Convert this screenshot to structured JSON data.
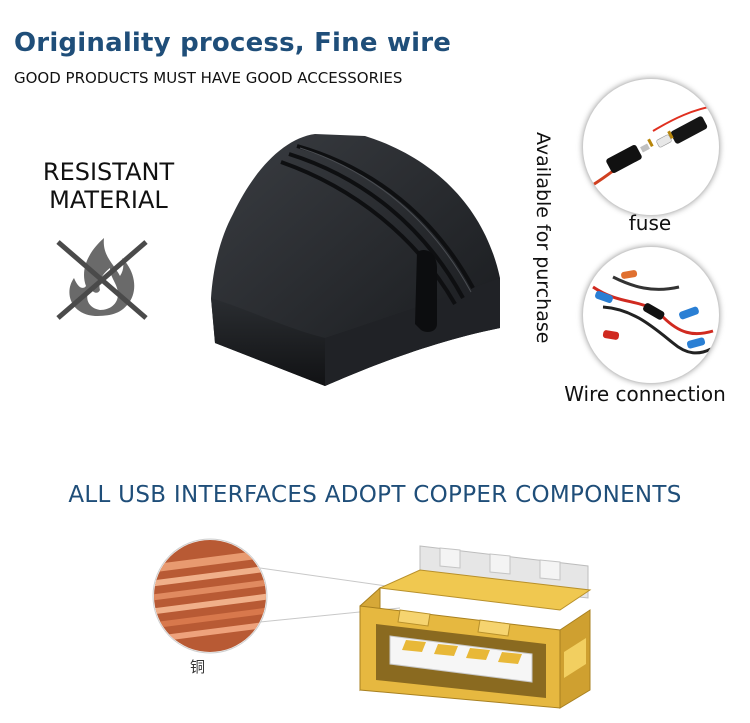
{
  "header": {
    "title": "Originality process, Fine wire",
    "subtitle": "GOOD PRODUCTS MUST HAVE GOOD ACCESSORIES"
  },
  "resistant": {
    "line1": "RESISTANT",
    "line2": "MATERIAL",
    "icon": "no-fire-icon"
  },
  "purchase_note": "Available for purchase",
  "accessories": [
    {
      "label": "fuse",
      "icon": "fuse-icon"
    },
    {
      "label": "Wire connection",
      "icon": "wire-connection-icon"
    }
  ],
  "usb_section": {
    "heading": "ALL USB INTERFACES ADOPT COPPER COMPONENTS",
    "copper_label": "铜"
  },
  "colors": {
    "heading_blue": "#1f4e79",
    "product_black": "#1d1f22",
    "copper": "#c8643c",
    "usb_gold": "#e0b43c"
  }
}
